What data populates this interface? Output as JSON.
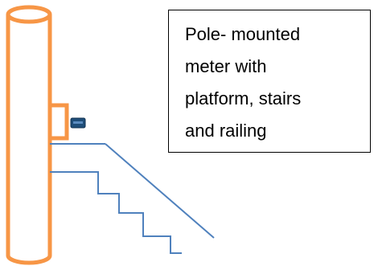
{
  "caption": {
    "lines": [
      "Pole- mounted",
      "meter with",
      "platform, stairs",
      "and railing"
    ]
  },
  "colors": {
    "pole": "#F79646",
    "meter": "#1F4E79",
    "railing": "#4F81BD",
    "stairs": "#4F81BD",
    "caption_border": "#000000",
    "caption_text": "#000000"
  }
}
